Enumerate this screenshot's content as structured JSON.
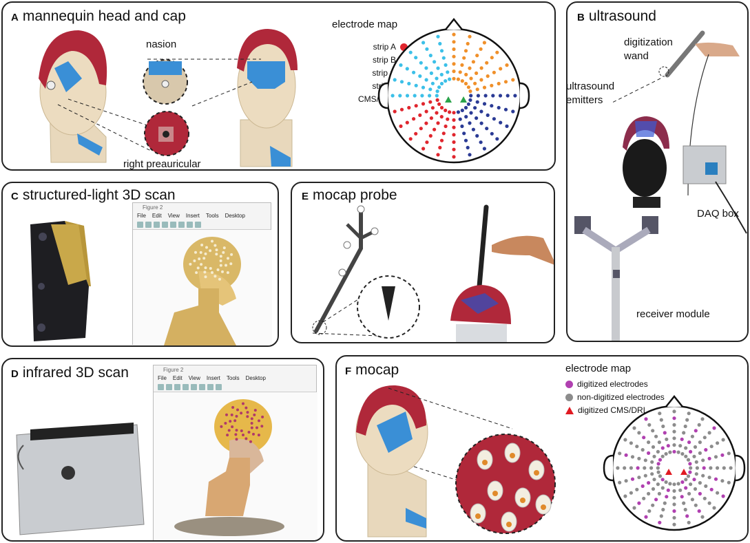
{
  "panels": {
    "A": {
      "letter": "A",
      "title": "mannequin head and cap",
      "labels": {
        "nasion": "nasion",
        "preauricular": "right preauricular"
      },
      "map_title": "electrode map",
      "legend": [
        {
          "label": "strip A",
          "color": "#e0262e",
          "shape": "circle"
        },
        {
          "label": "strip B",
          "color": "#2b3b95",
          "shape": "circle"
        },
        {
          "label": "strip C",
          "color": "#f0902a",
          "shape": "circle"
        },
        {
          "label": "strip D",
          "color": "#3cc0e8",
          "shape": "circle"
        },
        {
          "label": "CMS/DRL",
          "color": "#2aa34a",
          "shape": "triangle"
        }
      ]
    },
    "B": {
      "letter": "B",
      "title": "ultrasound",
      "labels": {
        "wand": "digitization\nwand",
        "emitters": "ultrasound\nemitters",
        "daq": "DAQ box",
        "receiver": "receiver module"
      }
    },
    "C": {
      "letter": "C",
      "title": "structured-light 3D scan",
      "figure_window": {
        "title": "Figure 2",
        "menu": [
          "File",
          "Edit",
          "View",
          "Insert",
          "Tools",
          "Desktop"
        ]
      }
    },
    "D": {
      "letter": "D",
      "title": "infrared 3D scan",
      "figure_window": {
        "title": "Figure 2",
        "menu": [
          "File",
          "Edit",
          "View",
          "Insert",
          "Tools",
          "Desktop"
        ]
      }
    },
    "E": {
      "letter": "E",
      "title": "mocap probe"
    },
    "F": {
      "letter": "F",
      "title": "mocap",
      "map_title": "electrode map",
      "legend": [
        {
          "label": "digitized electrodes",
          "color": "#b040b0",
          "shape": "circle"
        },
        {
          "label": "non-digitized electrodes",
          "color": "#8c8c8c",
          "shape": "circle"
        },
        {
          "label": "digitized CMS/DRL",
          "color": "#e01a22",
          "shape": "triangle"
        }
      ]
    }
  },
  "colors": {
    "cap_red": "#b0283a",
    "tape_blue": "#3a8fd6",
    "skin": "#e8d8bc",
    "scanner_gold": "#b8963a",
    "device_gray": "#c9ccd0"
  }
}
